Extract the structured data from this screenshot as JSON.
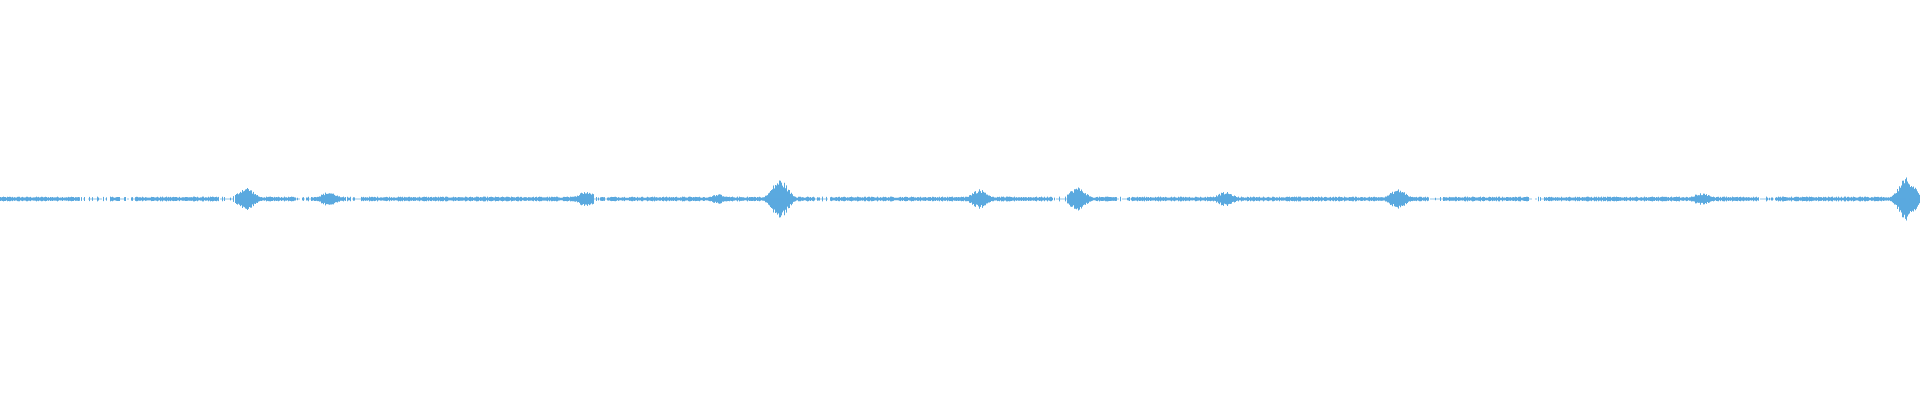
{
  "waveform": {
    "color": "#5aa9df",
    "background": "#ffffff",
    "peaks": [
      {
        "pos": 0.128,
        "amp": 0.03
      },
      {
        "pos": 0.171,
        "amp": 0.018
      },
      {
        "pos": 0.305,
        "amp": 0.02
      },
      {
        "pos": 0.374,
        "amp": 0.012
      },
      {
        "pos": 0.406,
        "amp": 0.05
      },
      {
        "pos": 0.51,
        "amp": 0.025
      },
      {
        "pos": 0.561,
        "amp": 0.03
      },
      {
        "pos": 0.638,
        "amp": 0.018
      },
      {
        "pos": 0.728,
        "amp": 0.025
      },
      {
        "pos": 0.886,
        "amp": 0.015
      },
      {
        "pos": 0.993,
        "amp": 0.055
      }
    ],
    "gaps": [
      0.045,
      0.053,
      0.066,
      0.118,
      0.158,
      0.184,
      0.312,
      0.428,
      0.552,
      0.585,
      0.748,
      0.8,
      0.92
    ]
  }
}
